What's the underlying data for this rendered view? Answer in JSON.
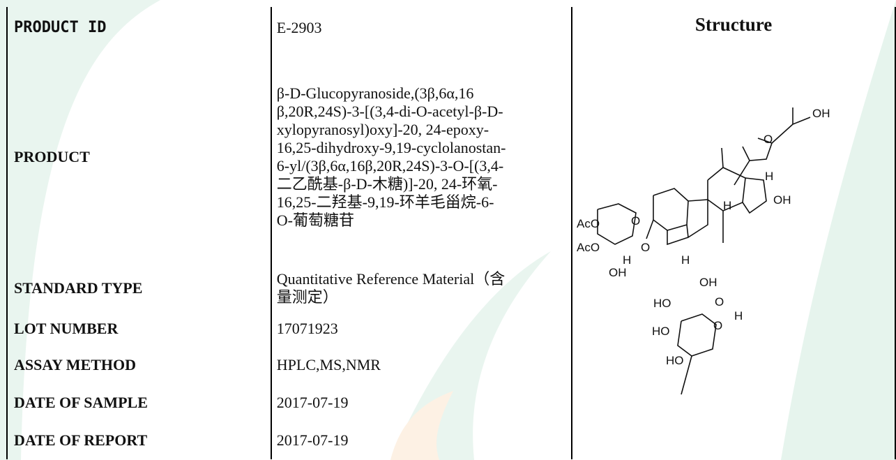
{
  "rows": [
    {
      "label": "PRODUCT ID",
      "value": "E-2903"
    },
    {
      "label": "PRODUCT",
      "value": "β-D-Glucopyranoside,(3β,6α,16\nβ,20R,24S)-3-[(3,4-di-O-acetyl-β-D-\nxylopyranosyl)oxy]-20, 24-epoxy-\n16,25-dihydroxy-9,19-cyclolanostan-\n6-yl/(3β,6α,16β,20R,24S)-3-O-[(3,4-\n二乙酰基-β-D-木糖)]-20, 24-环氧-\n16,25-二羟基-9,19-环羊毛甾烷-6-\nO-葡萄糖苷"
    },
    {
      "label": "STANDARD TYPE",
      "value": "Quantitative Reference Material（含\n量测定）"
    },
    {
      "label": "LOT NUMBER",
      "value": "17071923"
    },
    {
      "label": "ASSAY METHOD",
      "value": "HPLC,MS,NMR"
    },
    {
      "label": "DATE OF SAMPLE",
      "value": "2017-07-19"
    },
    {
      "label": "DATE OF REPORT",
      "value": "2017-07-19"
    }
  ],
  "structure": {
    "title": "Structure",
    "atoms": {
      "oh_top": "OH",
      "o_furan": "O",
      "h_c20": "H",
      "oh_c16": "OH",
      "h_c8": "H",
      "aco1": "AcO",
      "aco2": "AcO",
      "o_xyl": "O",
      "h_anom": "H",
      "o_link": "O",
      "oh_xyl": "OH",
      "h_c5": "H",
      "oh_glc": "OH",
      "ho_glc1": "HO",
      "o_glc_ring": "O",
      "h_glc": "H",
      "ho_glc2": "HO",
      "o_glc_link": "O",
      "ho_ch2": "HO"
    }
  }
}
